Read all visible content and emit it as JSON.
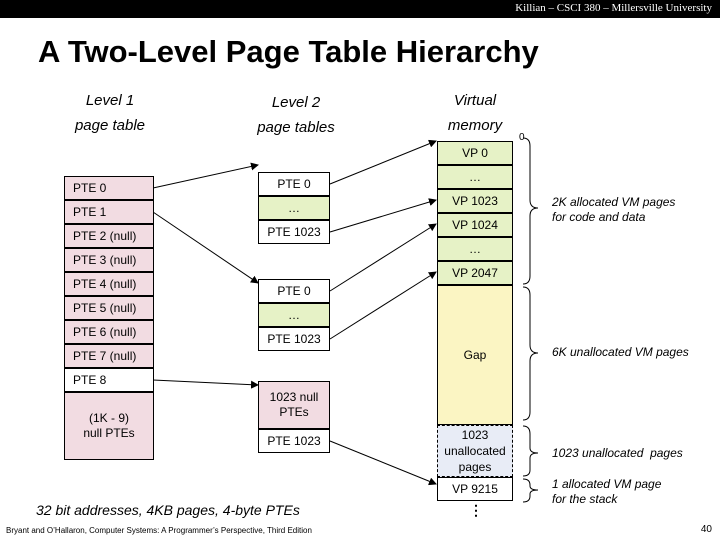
{
  "header": {
    "text": "Killian – CSCI 380 – Millersville University"
  },
  "title": "A Two-Level Page Table Hierarchy",
  "columns": {
    "level1": [
      "Level 1",
      "page table"
    ],
    "level2": [
      "Level 2",
      "page tables"
    ],
    "vm": [
      "Virtual",
      "memory"
    ]
  },
  "level1": {
    "entries": [
      "PTE 0",
      "PTE 1",
      "PTE 2 (null)",
      "PTE 3 (null)",
      "PTE 4 (null)",
      "PTE 5 (null)",
      "PTE 6 (null)",
      "PTE 7 (null)",
      "PTE 8"
    ],
    "null_block": "(1K - 9)\nnull PTEs"
  },
  "level2": {
    "table_a": [
      "PTE 0",
      "…",
      "PTE 1023"
    ],
    "table_b": [
      "PTE 0",
      "…",
      "PTE 1023"
    ],
    "table_c": [
      "1023 null\nPTEs",
      "PTE 1023"
    ]
  },
  "vm": {
    "zero": "0",
    "vp0": "VP 0",
    "dots1": "…",
    "vp1023": "VP 1023",
    "vp1024": "VP 1024",
    "dots2": "…",
    "vp2047": "VP 2047",
    "gap": "Gap",
    "unalloc": "1023\nunallocated\npages",
    "vp9215": "VP 9215",
    "dots_v": "⋮"
  },
  "annotations": {
    "a1": "2K allocated VM pages\nfor code and data",
    "a2": "6K unallocated VM pages",
    "a3": "1023 unallocated  pages",
    "a4": "1 allocated VM page\nfor the stack"
  },
  "note": "32 bit addresses, 4KB pages, 4-byte PTEs",
  "footer": "Bryant and O’Hallaron, Computer Systems: A Programmer’s Perspective, Third Edition",
  "page_number": "40"
}
